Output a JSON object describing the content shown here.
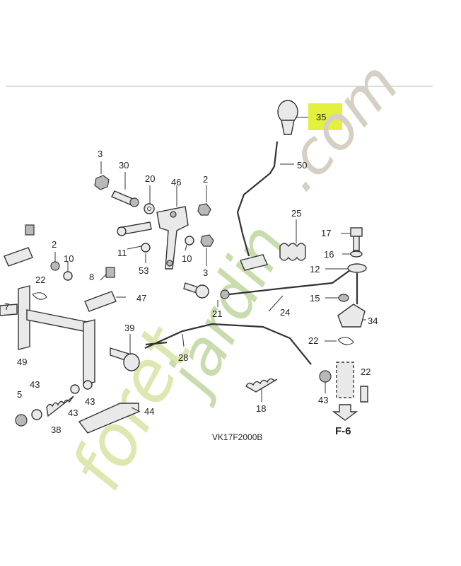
{
  "watermark": {
    "word1": "foret",
    "word2": "jardin",
    "word3": ".com",
    "colors": {
      "foret": "#dde7b0",
      "jardin": "#c8dcae",
      "com": "#d6cfc3"
    }
  },
  "highlight": {
    "part_number": "35",
    "color": "#e3f03c"
  },
  "diagram_code": "VK17F2000B",
  "reference_arrow": "F-6",
  "part_labels": {
    "p3a": "3",
    "p30": "30",
    "p20": "20",
    "p46": "46",
    "p2a": "2",
    "p50": "50",
    "p25": "25",
    "p17": "17",
    "p16": "16",
    "p12": "12",
    "p11": "11",
    "p53": "53",
    "p10a": "10",
    "p3b": "3",
    "p2b": "2",
    "p10b": "10",
    "p8": "8",
    "p22a": "22",
    "p47": "47",
    "p7": "7",
    "p21": "21",
    "p24": "24",
    "p15": "15",
    "p34": "34",
    "p39": "39",
    "p49": "49",
    "p28": "28",
    "p22b": "22",
    "p22c": "22",
    "p43a": "43",
    "p5": "5",
    "p43b": "43",
    "p43c": "43",
    "p38": "38",
    "p44": "44",
    "p18": "18",
    "p43d": "43"
  }
}
